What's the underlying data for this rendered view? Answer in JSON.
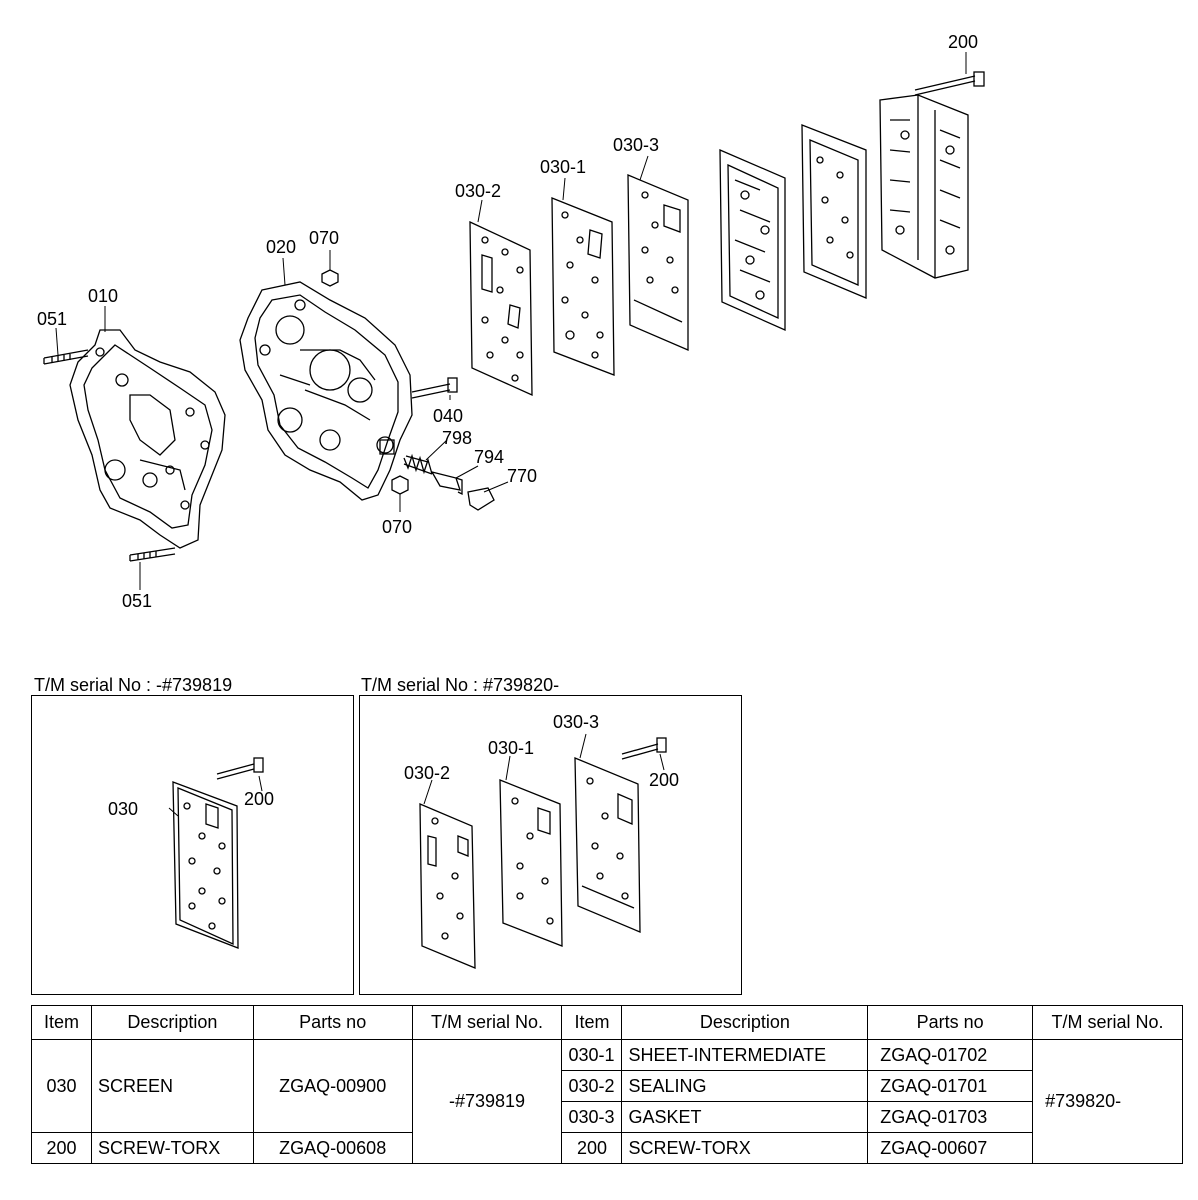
{
  "callouts": {
    "c200_top": "200",
    "c030_3": "030-3",
    "c030_1": "030-1",
    "c030_2": "030-2",
    "c020": "020",
    "c070_top": "070",
    "c010": "010",
    "c051_top": "051",
    "c040": "040",
    "c798": "798",
    "c794": "794",
    "c770": "770",
    "c070_bot": "070",
    "c051_bot": "051"
  },
  "inset_left": {
    "caption": "T/M serial No : -#739819",
    "c030": "030",
    "c200": "200"
  },
  "inset_right": {
    "caption": "T/M serial No : #739820-",
    "c030_3": "030-3",
    "c030_1": "030-1",
    "c030_2": "030-2",
    "c200": "200"
  },
  "table": {
    "headers": [
      "Item",
      "Description",
      "Parts no",
      "T/M serial No.",
      "Item",
      "Description",
      "Parts no",
      "T/M serial No."
    ],
    "left_rows": [
      {
        "item": "030",
        "desc": "SCREEN",
        "part": "ZGAQ-00900"
      },
      {
        "item": "200",
        "desc": "SCREW-TORX",
        "part": "ZGAQ-00608"
      }
    ],
    "left_serial": "-#739819",
    "right_rows": [
      {
        "item": "030-1",
        "desc": "SHEET-INTERMEDIATE",
        "part": "ZGAQ-01702"
      },
      {
        "item": "030-2",
        "desc": "SEALING",
        "part": "ZGAQ-01701"
      },
      {
        "item": "030-3",
        "desc": "GASKET",
        "part": "ZGAQ-01703"
      },
      {
        "item": "200",
        "desc": "SCREW-TORX",
        "part": "ZGAQ-00607"
      }
    ],
    "right_serial": "#739820-"
  }
}
